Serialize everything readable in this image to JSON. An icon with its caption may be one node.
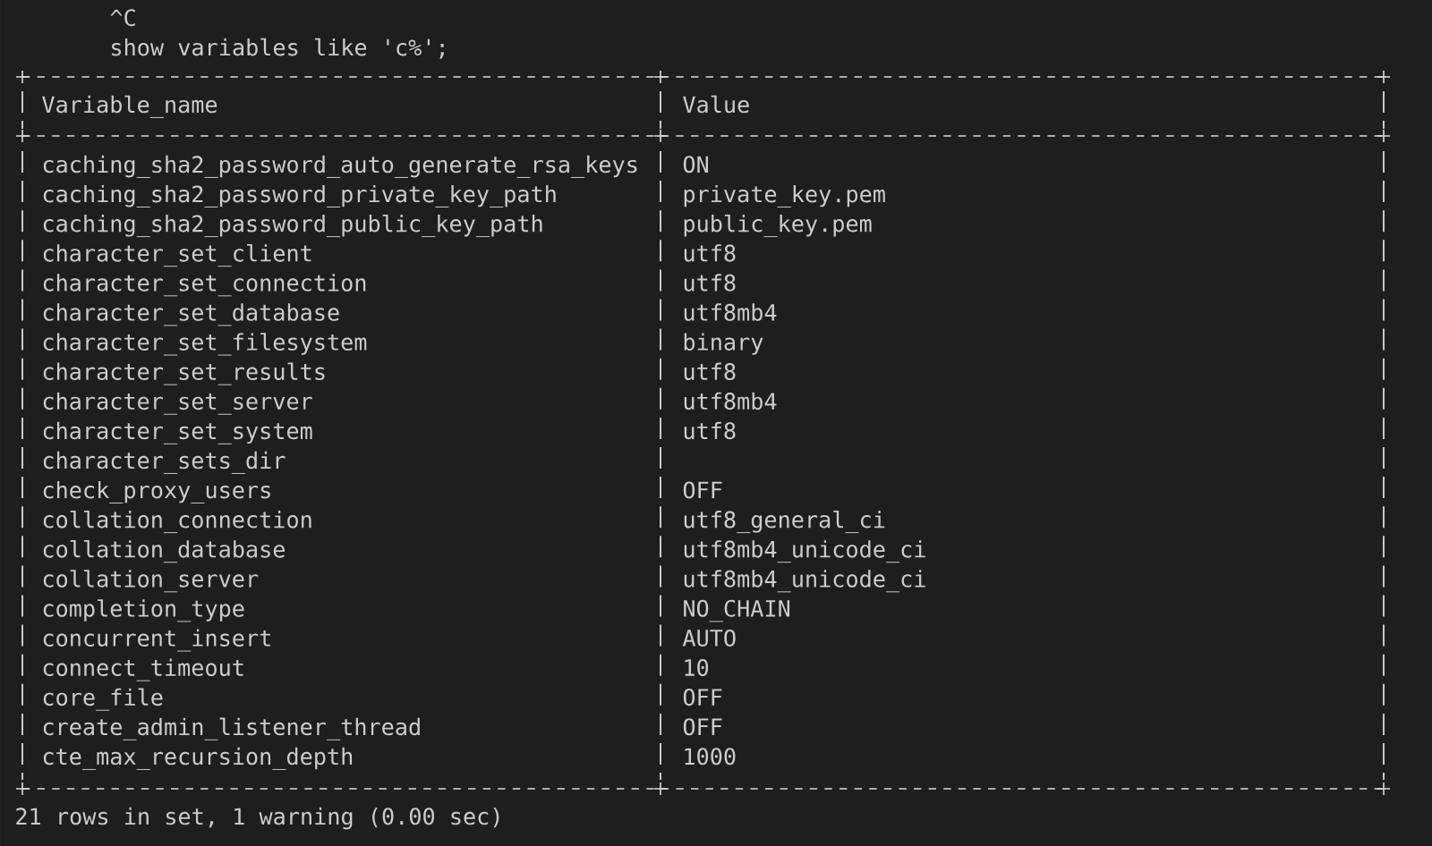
{
  "diagram": {
    "labels": [
      "^C",
      "show variables like 'c%';",
      "Variable_name",
      "Value",
      "caching_sha2_password_auto_generate_rsa_keys",
      "ON",
      "caching_sha2_password_private_key_path",
      "private_key.pem",
      "caching_sha2_password_public_key_path",
      "public_key.pem",
      "character_set_client",
      "utf8",
      "character_set_connection",
      "utf8",
      "character_set_database",
      "utf8mb4",
      "character_set_filesystem",
      "binary",
      "character_set_results",
      "utf8",
      "character_set_server",
      "utf8mb4",
      "character_set_system",
      "utf8",
      "character_sets_dir",
      "check_proxy_users",
      "OFF",
      "collation_connection",
      "utf8_general_ci",
      "collation_database",
      "utf8mb4_unicode_ci",
      "collation_server",
      "utf8mb4_unicode_ci",
      "completion_type",
      "NO_CHAIN",
      "concurrent_insert",
      "AUTO",
      "connect_timeout",
      "10",
      "core_file",
      "OFF",
      "create_admin_listener_thread",
      "OFF",
      "cte_max_recursion_depth",
      "1000",
      "21 rows in set, 1 warning (0.00 sec)"
    ]
  }
}
